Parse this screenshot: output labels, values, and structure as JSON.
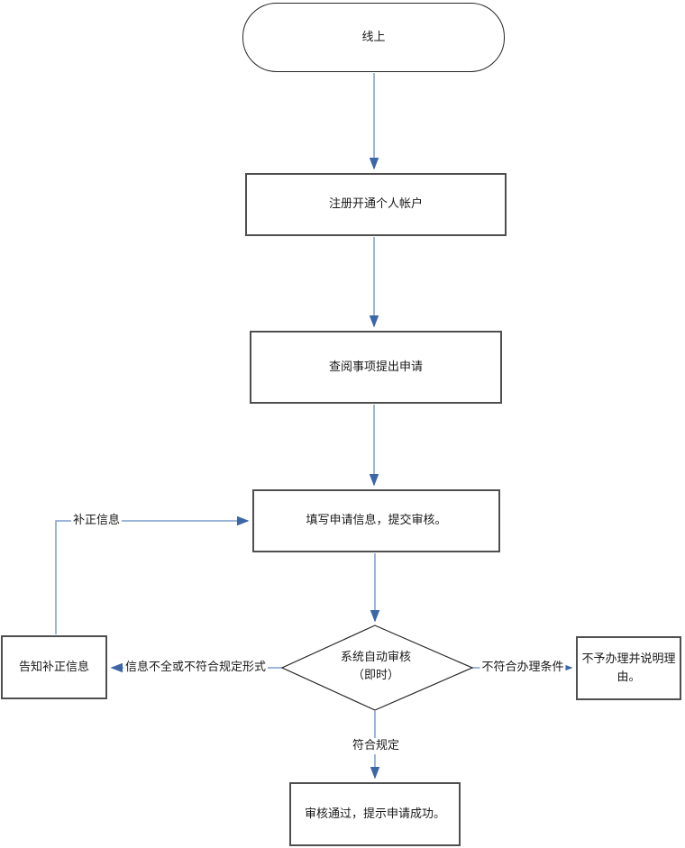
{
  "diagram": {
    "type": "flowchart",
    "background": "#ffffff",
    "colors": {
      "connector_line": "#7d9dcb",
      "connector_arrow": "#3b66a8",
      "process_border": "#4f4f4f",
      "terminator_border": "#262626",
      "text": "#1a1a1a"
    },
    "nodes": {
      "online": {
        "shape": "terminator",
        "label": "线上"
      },
      "register": {
        "shape": "process",
        "label": "注册开通个人帐户"
      },
      "review": {
        "shape": "process",
        "label": "查阅事项提出申请"
      },
      "fill": {
        "shape": "process",
        "label": "填写申请信息，提交审核。"
      },
      "auto_review": {
        "shape": "decision",
        "label_line1": "系统自动审核",
        "label_line2": "（即时）"
      },
      "notify_correction": {
        "shape": "process",
        "label": "告知补正信息"
      },
      "reject": {
        "shape": "process",
        "label": "不予办理并说明理由。"
      },
      "success": {
        "shape": "process",
        "label": "审核通过，提示申请成功。"
      }
    },
    "edges": {
      "incomplete": {
        "label": "信息不全或不符合规定形式",
        "from": "auto_review",
        "to": "notify_correction"
      },
      "not_eligible": {
        "label": "不符合办理条件",
        "from": "auto_review",
        "to": "reject"
      },
      "meets_rules": {
        "label": "符合规定",
        "from": "auto_review",
        "to": "success"
      },
      "correction": {
        "label": "补正信息",
        "from": "notify_correction",
        "to": "fill"
      }
    }
  }
}
